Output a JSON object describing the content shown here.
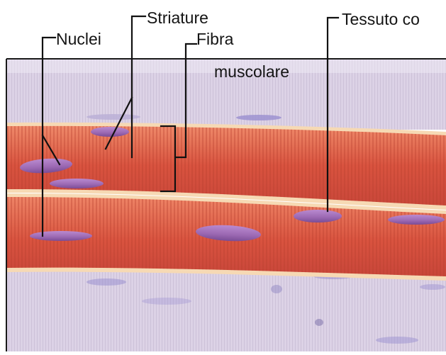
{
  "labels": {
    "striature": "Striature",
    "nuclei": "Nuclei",
    "fibra": "Fibra",
    "muscolare": "muscolare",
    "tessuto": "Tessuto co"
  },
  "colors": {
    "fiber": "#d9533f",
    "fiber_dark": "#b8402f",
    "fiber_light": "#ef8a6a",
    "connective": "#dcd2e6",
    "connective_light": "#efe9f4",
    "border": "#f6d9b4",
    "nucleus": "#9b68b2",
    "nucleus_dark": "#6b3f86",
    "frame": "#1a1a1a",
    "leader": "#111111"
  }
}
